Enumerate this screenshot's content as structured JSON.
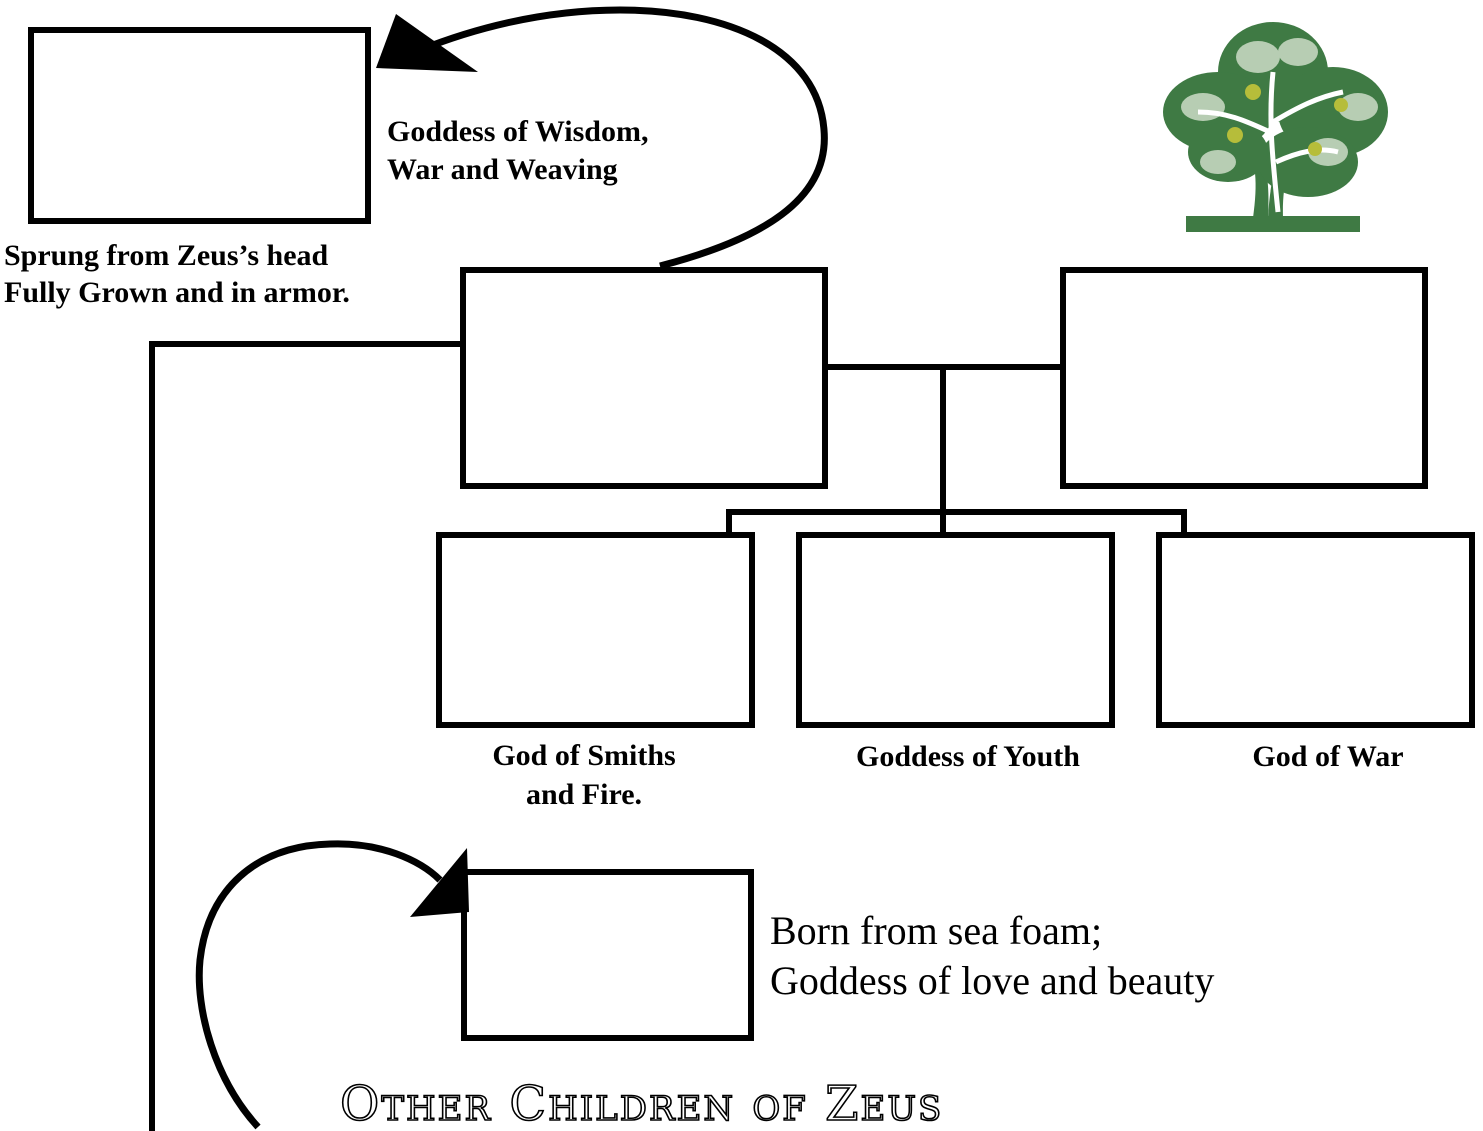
{
  "labels": {
    "athena_desc_1": "Goddess of Wisdom,",
    "athena_desc_2": "War and Weaving",
    "athena_birth_1": "Sprung from Zeus’s head",
    "athena_birth_2": "Fully Grown and in armor.",
    "hephaestus_1": "God of Smiths",
    "hephaestus_2": "and Fire.",
    "hebe": "Goddess of Youth",
    "ares": "God of War",
    "aphrodite_1": "Born from sea foam;",
    "aphrodite_2": "Goddess of love and beauty",
    "section_title": "Other Children of Zeus"
  },
  "colors": {
    "line": "#000000",
    "tree_dark": "#3f7a44",
    "tree_light": "#b7cdb3",
    "tree_fruit": "#b6bd3a"
  },
  "icons": {
    "tree": "tree-icon"
  }
}
